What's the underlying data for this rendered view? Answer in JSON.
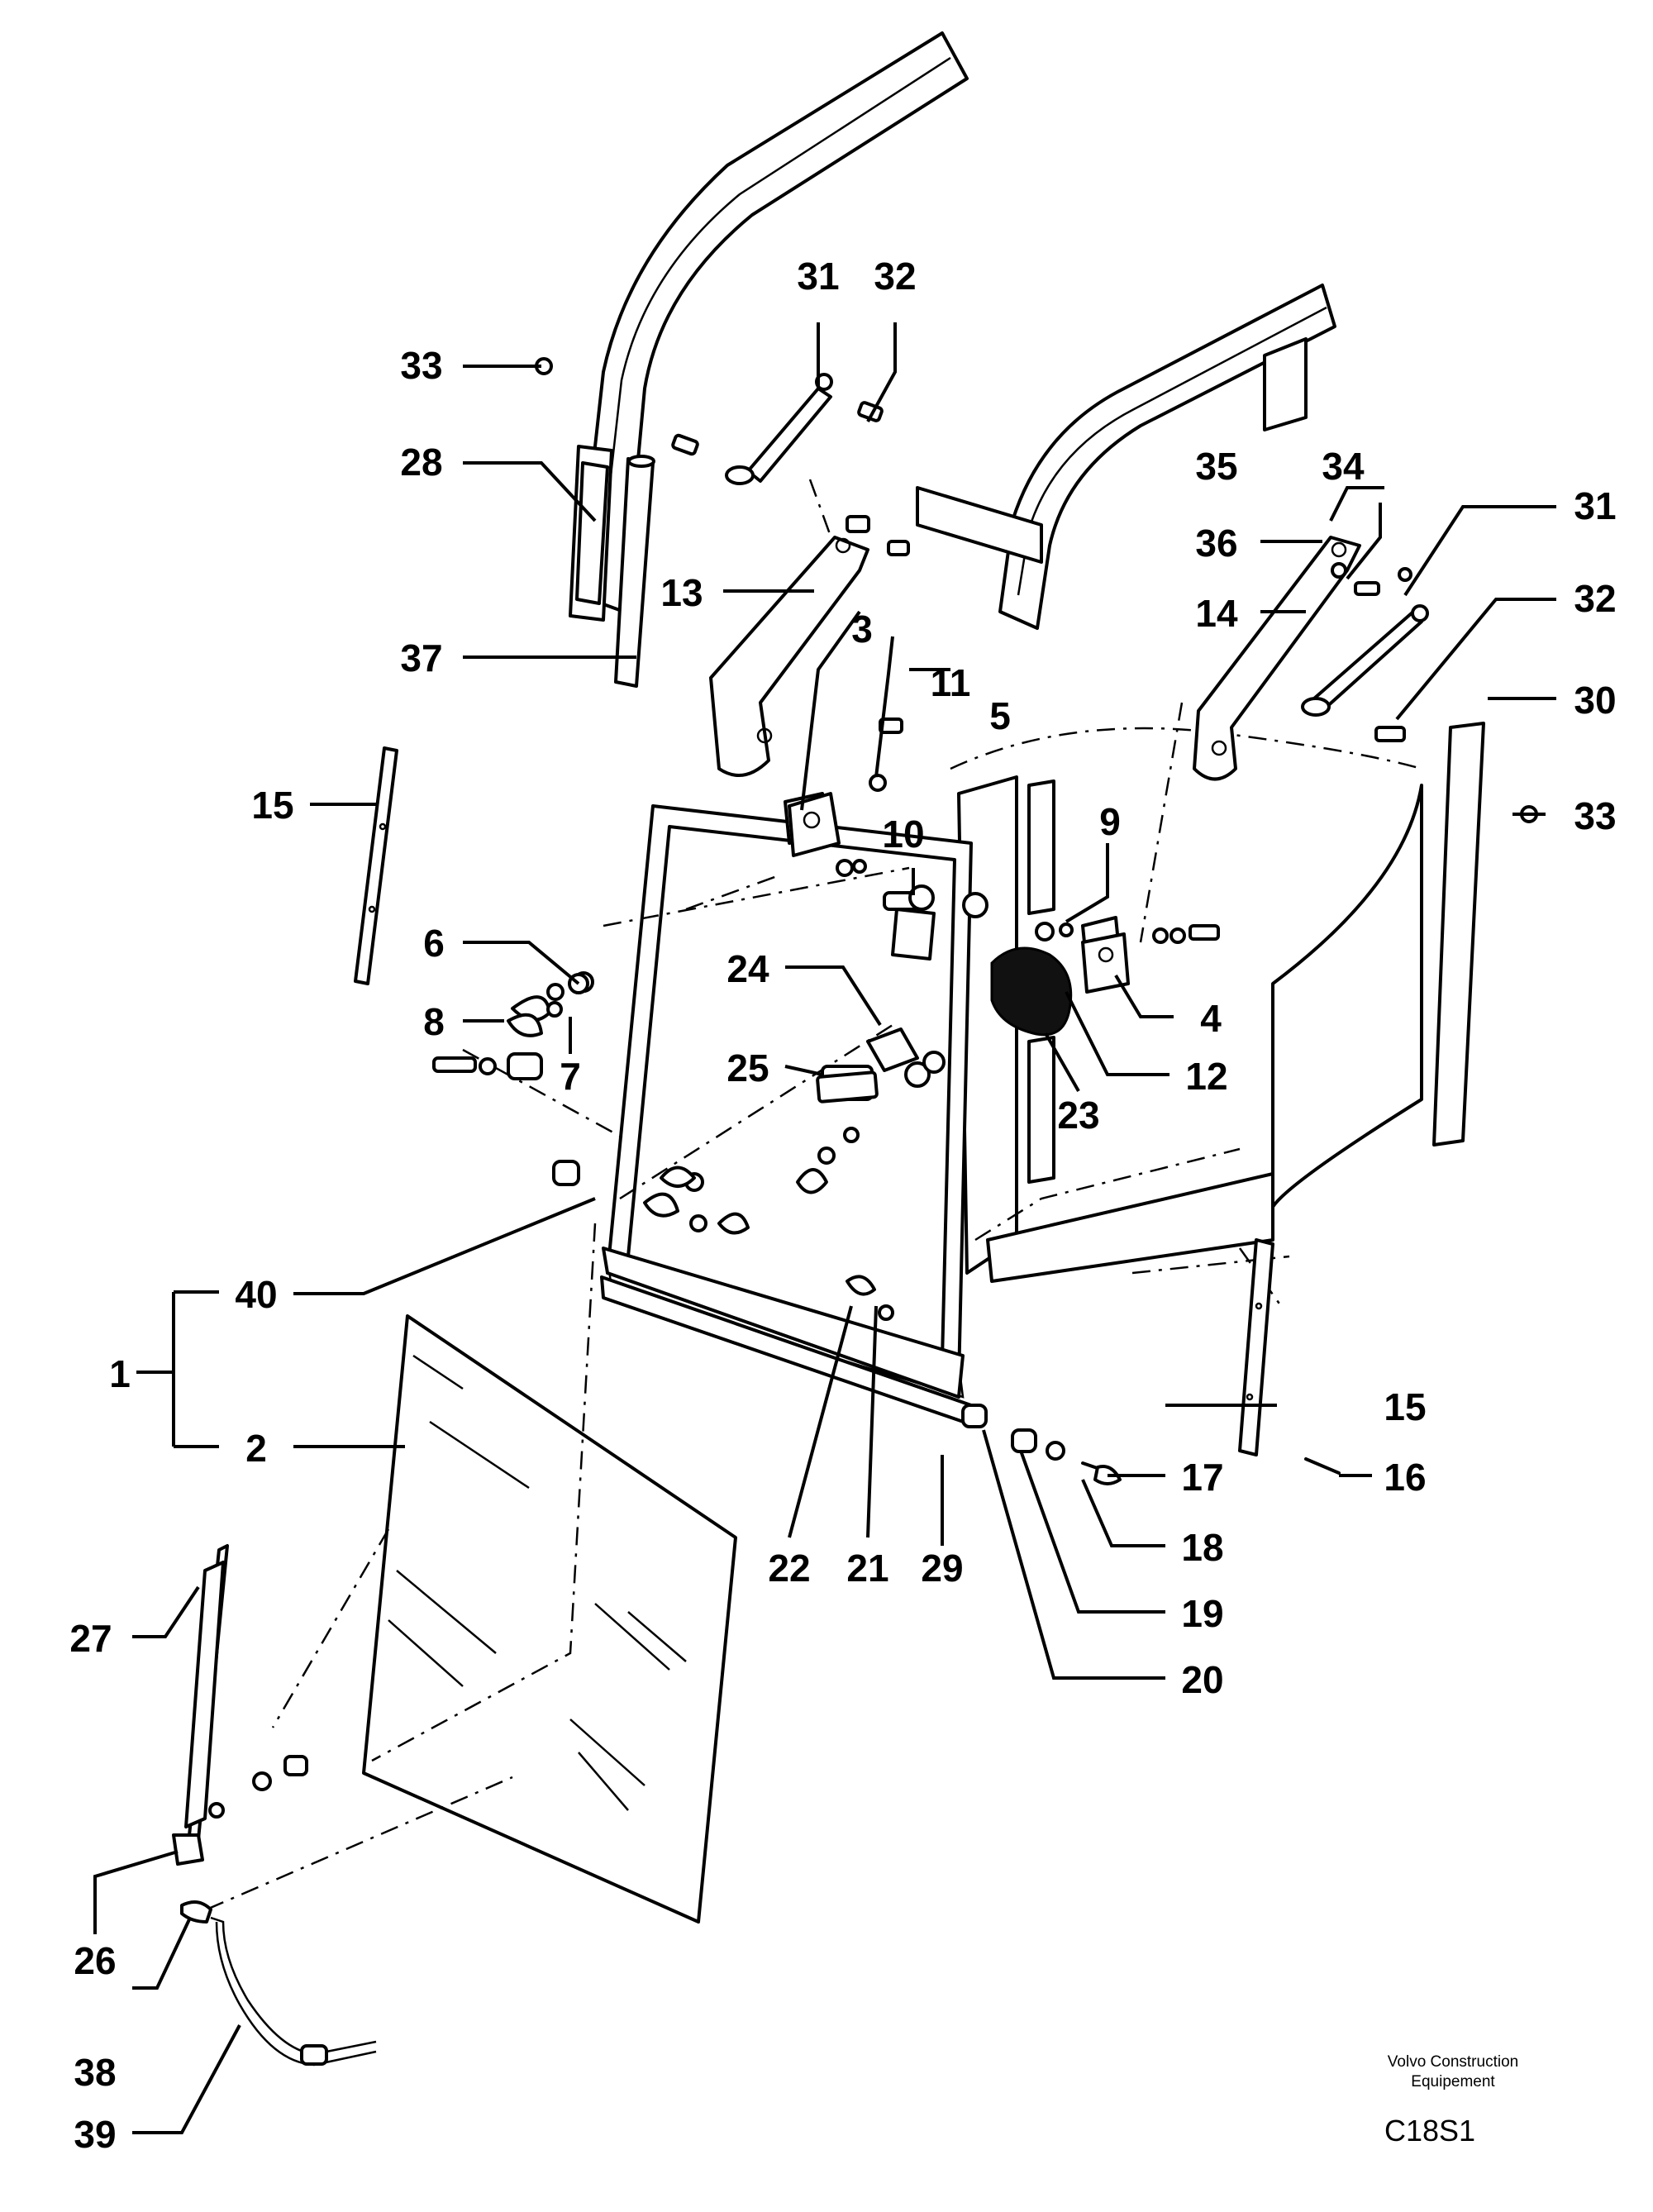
{
  "callouts": [
    {
      "id": "c1",
      "text": "1"
    },
    {
      "id": "c2",
      "text": "2"
    },
    {
      "id": "c3",
      "text": "3"
    },
    {
      "id": "c4",
      "text": "4"
    },
    {
      "id": "c5",
      "text": "5"
    },
    {
      "id": "c6",
      "text": "6"
    },
    {
      "id": "c7",
      "text": "7"
    },
    {
      "id": "c8",
      "text": "8"
    },
    {
      "id": "c9",
      "text": "9"
    },
    {
      "id": "c10",
      "text": "10"
    },
    {
      "id": "c11",
      "text": "11"
    },
    {
      "id": "c12",
      "text": "12"
    },
    {
      "id": "c13",
      "text": "13"
    },
    {
      "id": "c14",
      "text": "14"
    },
    {
      "id": "c15a",
      "text": "15"
    },
    {
      "id": "c15b",
      "text": "15"
    },
    {
      "id": "c16",
      "text": "16"
    },
    {
      "id": "c17",
      "text": "17"
    },
    {
      "id": "c18",
      "text": "18"
    },
    {
      "id": "c19",
      "text": "19"
    },
    {
      "id": "c20",
      "text": "20"
    },
    {
      "id": "c21",
      "text": "21"
    },
    {
      "id": "c22",
      "text": "22"
    },
    {
      "id": "c23",
      "text": "23"
    },
    {
      "id": "c24",
      "text": "24"
    },
    {
      "id": "c25",
      "text": "25"
    },
    {
      "id": "c26",
      "text": "26"
    },
    {
      "id": "c27",
      "text": "27"
    },
    {
      "id": "c28",
      "text": "28"
    },
    {
      "id": "c29",
      "text": "29"
    },
    {
      "id": "c30",
      "text": "30"
    },
    {
      "id": "c31a",
      "text": "31"
    },
    {
      "id": "c31b",
      "text": "31"
    },
    {
      "id": "c32a",
      "text": "32"
    },
    {
      "id": "c32b",
      "text": "32"
    },
    {
      "id": "c33a",
      "text": "33"
    },
    {
      "id": "c33b",
      "text": "33"
    },
    {
      "id": "c34",
      "text": "34"
    },
    {
      "id": "c35",
      "text": "35"
    },
    {
      "id": "c36",
      "text": "36"
    },
    {
      "id": "c37",
      "text": "37"
    },
    {
      "id": "c38",
      "text": "38"
    },
    {
      "id": "c39",
      "text": "39"
    },
    {
      "id": "c40",
      "text": "40"
    }
  ],
  "footer": {
    "brand_line1": "Volvo Construction",
    "brand_line2": "Equipement",
    "drawing_code": "C18S1"
  }
}
